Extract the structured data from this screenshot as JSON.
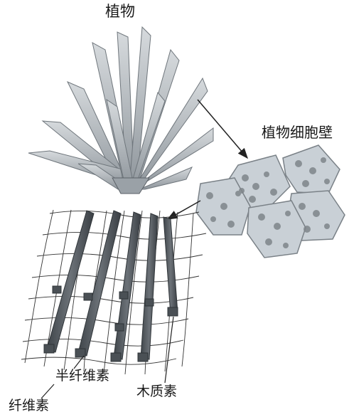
{
  "labels": {
    "plant": "植物",
    "cell_wall": "植物细胞壁",
    "hemicellulose": "半纤维素",
    "lignin": "木质素",
    "cellulose": "纤维素"
  },
  "colors": {
    "leaf": "#b9bfc4",
    "leaf_dark": "#6f767c",
    "cell_fill": "#c9d0d6",
    "cell_outline": "#7a8187",
    "cell_dot": "#7f858a",
    "fiber": "#5a6066",
    "mesh": "#333333",
    "arrow": "#222222"
  }
}
